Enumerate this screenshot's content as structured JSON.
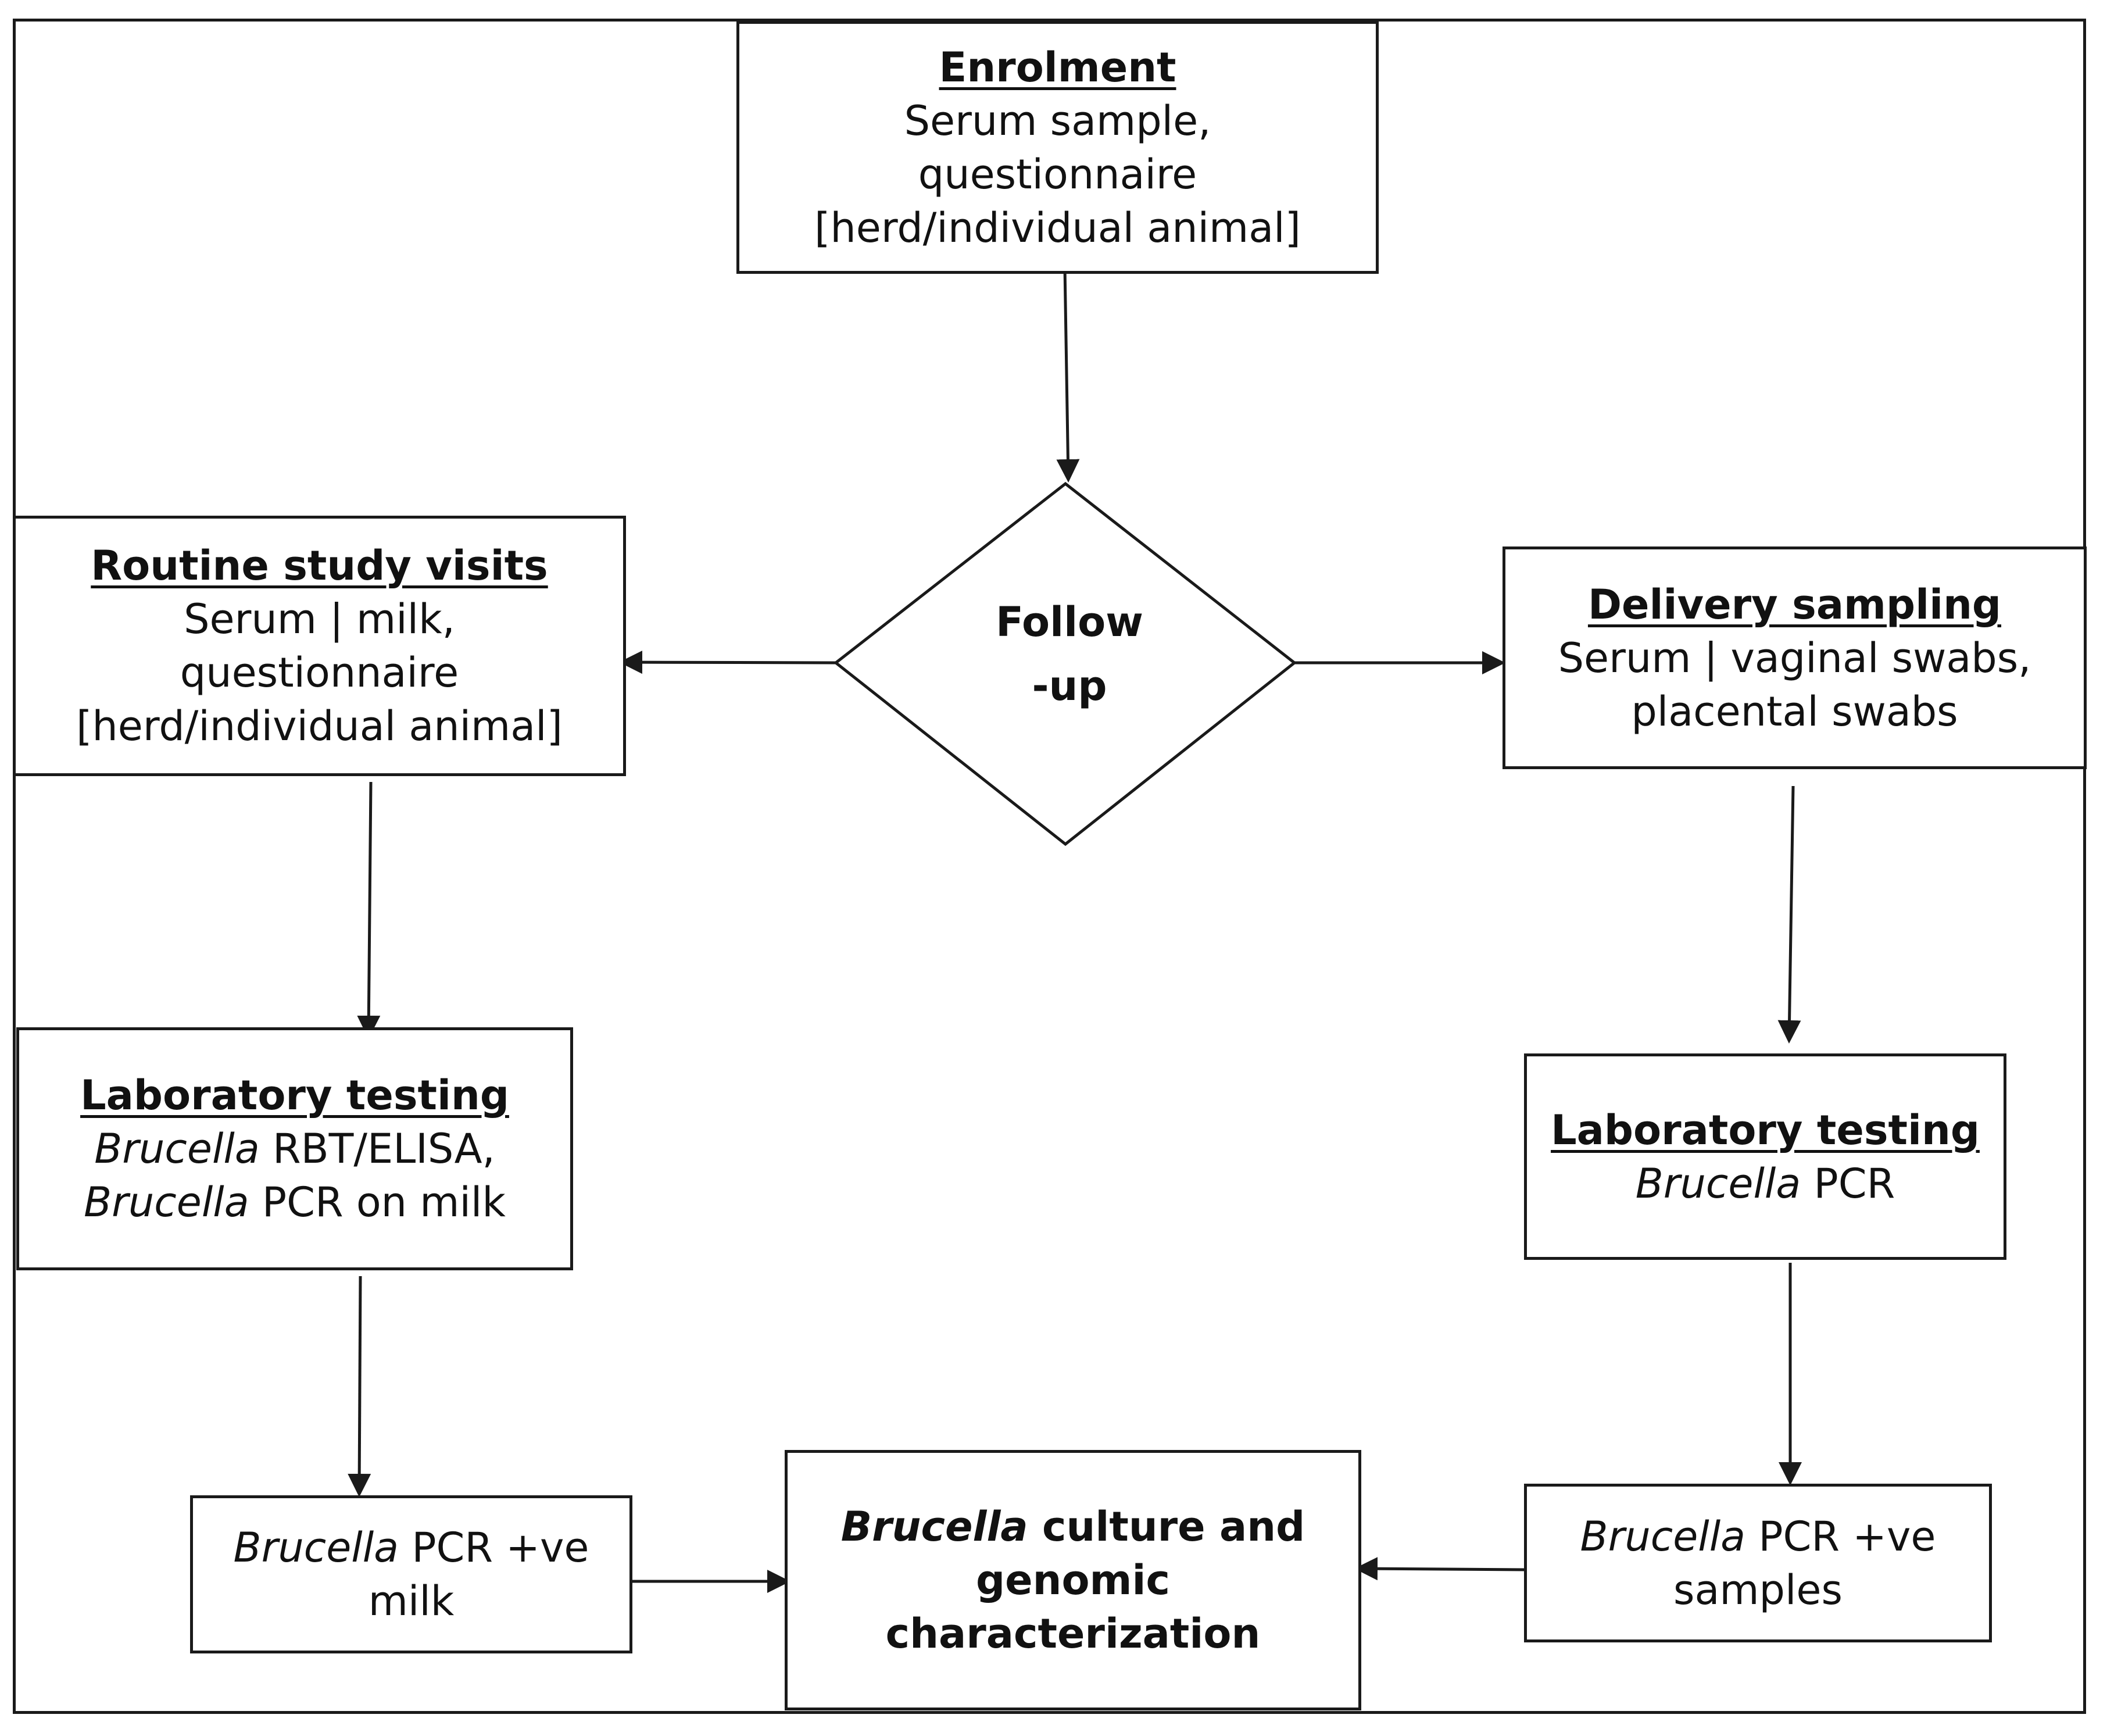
{
  "enrolment": {
    "heading": "Enrolment",
    "lines": [
      "Serum sample,",
      "questionnaire",
      "[herd/individual animal]"
    ]
  },
  "follow_up": {
    "line1": "Follow",
    "line2": "-up"
  },
  "routine": {
    "heading": "Routine study visits",
    "lines": [
      "Serum | milk,",
      "questionnaire",
      "[herd/individual animal]"
    ]
  },
  "delivery": {
    "heading": "Delivery sampling",
    "lines": [
      "Serum | vaginal swabs,",
      "placental swabs"
    ]
  },
  "lab_left": {
    "heading": "Laboratory testing",
    "line1_italic": "Brucella",
    "line1_rest": " RBT/ELISA,",
    "line2_italic": "Brucella",
    "line2_rest": " PCR on milk"
  },
  "lab_right": {
    "heading": "Laboratory testing",
    "line1_italic": "Brucella",
    "line1_rest": " PCR"
  },
  "pcr_milk": {
    "line1_italic": "Brucella",
    "line1_rest": " PCR +ve",
    "line2": "milk"
  },
  "culture": {
    "line1_italic": "Brucella",
    "line1_rest": " culture and",
    "line2": "genomic",
    "line3": "characterization"
  },
  "pcr_samples": {
    "line1_italic": "Brucella",
    "line1_rest": " PCR +ve",
    "line2": "samples"
  }
}
